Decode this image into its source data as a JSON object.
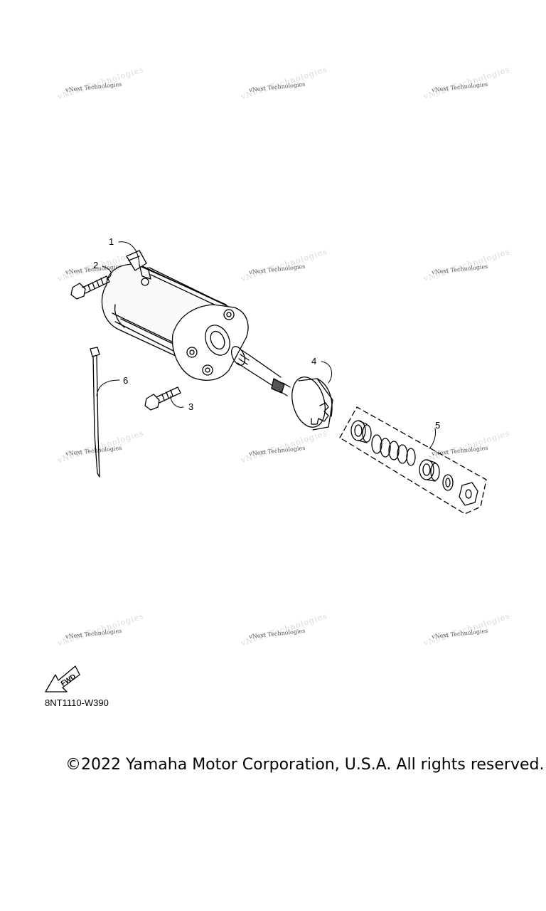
{
  "callouts": [
    {
      "id": "1",
      "label": "1"
    },
    {
      "id": "2",
      "label": "2"
    },
    {
      "id": "3",
      "label": "3"
    },
    {
      "id": "4",
      "label": "4"
    },
    {
      "id": "5",
      "label": "5"
    },
    {
      "id": "6",
      "label": "6"
    }
  ],
  "watermark": {
    "line1": "vNext Technologies",
    "line2": "vNext Technologies"
  },
  "fwd_label": "FWD",
  "diagram_code": "8NT1110-W390",
  "copyright": "©2022 Yamaha Motor Corporation, U.S.A. All rights reserved."
}
